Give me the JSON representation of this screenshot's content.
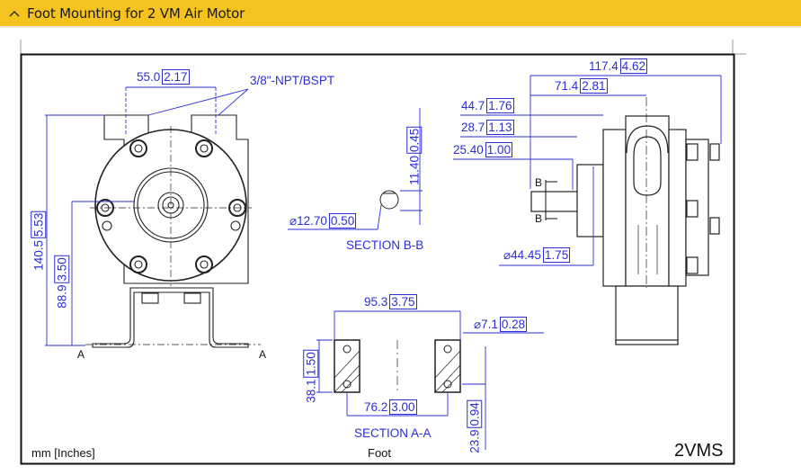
{
  "header": {
    "title": "Foot Mounting for 2 VM Air Motor",
    "toggle_icon": "chevron-up-icon"
  },
  "drawing": {
    "front_view": {
      "dim_width": {
        "mm": "55.0",
        "in": "2.17"
      },
      "port_note": "3/8\"-NPT/BSPT",
      "dim_height_total": {
        "mm": "140.5",
        "in": "5.53"
      },
      "dim_height_center": {
        "mm": "88.9",
        "in": "3.50"
      },
      "section_mark_left": "A",
      "section_mark_right": "A"
    },
    "section_bb": {
      "dim_key": {
        "mm": "11.40",
        "in": "0.45"
      },
      "dim_shaft": {
        "mm": "⌀12.70",
        "in": "0.50"
      },
      "title": "SECTION B-B"
    },
    "side_view": {
      "dim_overall": {
        "mm": "117.4",
        "in": "4.62"
      },
      "dim_center": {
        "mm": "71.4",
        "in": "2.81"
      },
      "dim_flange": {
        "mm": "44.7",
        "in": "1.76"
      },
      "dim_pilot": {
        "mm": "28.7",
        "in": "1.13"
      },
      "dim_shaft": {
        "mm": "25.40",
        "in": "1.00"
      },
      "dim_pilot_dia": {
        "mm": "⌀44.45",
        "in": "1.75"
      },
      "section_mark_top": "B",
      "section_mark_bottom": "B"
    },
    "section_aa": {
      "dim_outer": {
        "mm": "95.3",
        "in": "3.75"
      },
      "dim_hole": {
        "mm": "⌀7.1",
        "in": "0.28"
      },
      "dim_height": {
        "mm": "38.1",
        "in": "1.50"
      },
      "dim_inner": {
        "mm": "76.2",
        "in": "3.00"
      },
      "dim_offset": {
        "mm": "23.9",
        "in": "0.94"
      },
      "title": "SECTION A-A"
    },
    "units_note": "mm [Inches]",
    "view_label": "Foot",
    "model": "2VMS"
  }
}
